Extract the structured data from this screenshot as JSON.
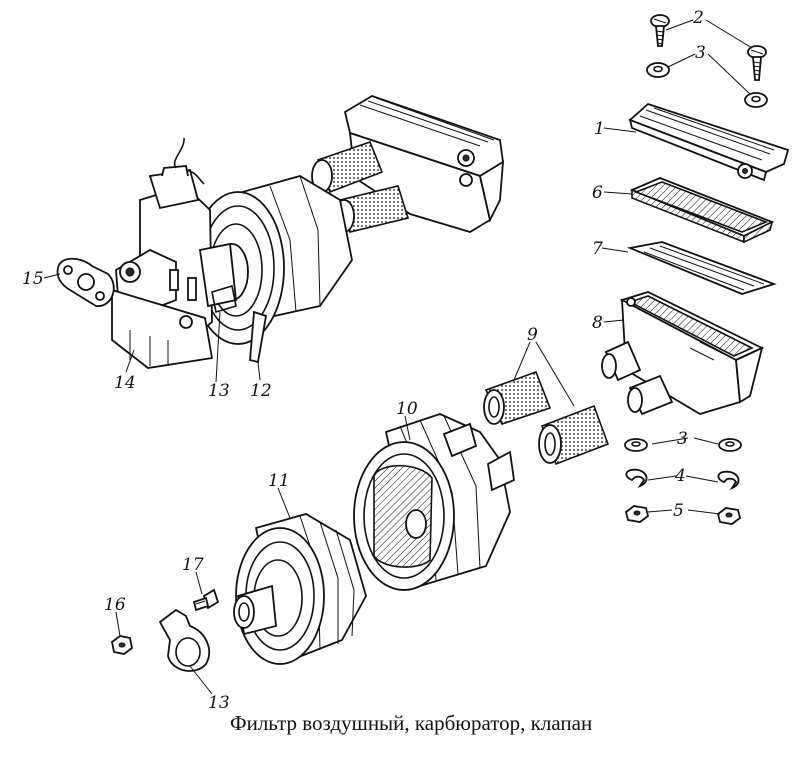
{
  "caption": "Фильтр воздушный, карбюратор, клапан",
  "labels": {
    "l1": "1",
    "l2": "2",
    "l3a": "3",
    "l3b": "3",
    "l4": "4",
    "l5": "5",
    "l6": "6",
    "l7": "7",
    "l8": "8",
    "l9": "9",
    "l10": "10",
    "l11": "11",
    "l12": "12",
    "l13a": "13",
    "l13b": "13",
    "l14": "14",
    "l15": "15",
    "l16": "16",
    "l17": "17"
  }
}
